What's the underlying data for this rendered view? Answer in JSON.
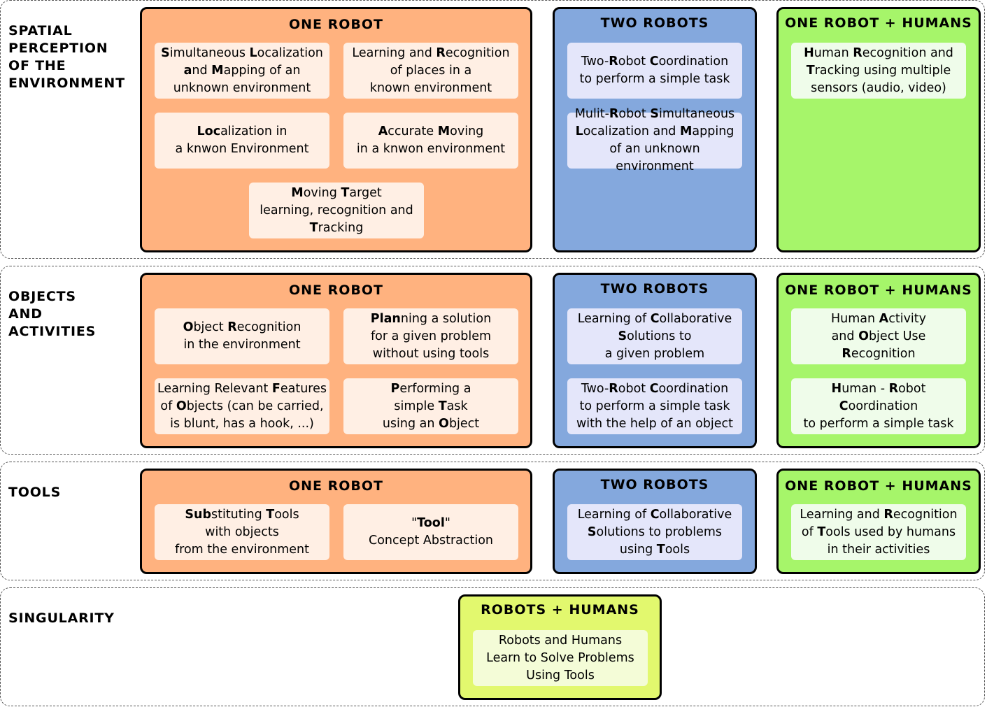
{
  "bands": {
    "spatial": {
      "title": "SPATIAL\nPERCEPTION\nOF THE\nENVIRONMENT",
      "one_robot": {
        "title": "ONE ROBOT",
        "cards": [
          [
            {
              "b": "S"
            },
            {
              "t": "imultaneous "
            },
            {
              "b": "L"
            },
            {
              "t": "ocalization\n"
            },
            {
              "b": "a"
            },
            {
              "t": "nd "
            },
            {
              "b": "M"
            },
            {
              "t": "apping of an\nunknown environment"
            }
          ],
          [
            {
              "t": "Learning and "
            },
            {
              "b": "R"
            },
            {
              "t": "ecognition\nof places in a\nknown environment"
            }
          ],
          [
            {
              "b": "Loc"
            },
            {
              "t": "alization in\na knwon Environment"
            }
          ],
          [
            {
              "b": "A"
            },
            {
              "t": "ccurate "
            },
            {
              "b": "M"
            },
            {
              "t": "oving\nin a knwon environment"
            }
          ],
          [
            {
              "b": "M"
            },
            {
              "t": "oving "
            },
            {
              "b": "T"
            },
            {
              "t": "arget\nlearning, recognition and\n"
            },
            {
              "b": "T"
            },
            {
              "t": "racking"
            }
          ]
        ]
      },
      "two_robots": {
        "title": "TWO ROBOTS",
        "cards": [
          [
            {
              "t": "Two-"
            },
            {
              "b": "R"
            },
            {
              "t": "obot "
            },
            {
              "b": "C"
            },
            {
              "t": "oordination\nto perform a simple task"
            }
          ],
          [
            {
              "t": "Mulit-"
            },
            {
              "b": "R"
            },
            {
              "t": "obot "
            },
            {
              "b": "S"
            },
            {
              "t": "imultaneous\n"
            },
            {
              "b": "L"
            },
            {
              "t": "ocalization and "
            },
            {
              "b": "M"
            },
            {
              "t": "apping\nof an unknown environment"
            }
          ]
        ]
      },
      "humans": {
        "title": "ONE ROBOT + HUMANS",
        "cards": [
          [
            {
              "b": "H"
            },
            {
              "t": "uman "
            },
            {
              "b": "R"
            },
            {
              "t": "ecognition and\n"
            },
            {
              "b": "T"
            },
            {
              "t": "racking using multiple\nsensors (audio, video)"
            }
          ]
        ]
      }
    },
    "objects": {
      "title": "OBJECTS\nAND\nACTIVITIES",
      "one_robot": {
        "title": "ONE ROBOT",
        "cards": [
          [
            {
              "b": "O"
            },
            {
              "t": "bject "
            },
            {
              "b": "R"
            },
            {
              "t": "ecognition\nin the environment"
            }
          ],
          [
            {
              "b": "Plan"
            },
            {
              "t": "ning a solution\nfor a given problem\nwithout using tools"
            }
          ],
          [
            {
              "t": "Learning Relevant "
            },
            {
              "b": "F"
            },
            {
              "t": "eatures\nof "
            },
            {
              "b": "O"
            },
            {
              "t": "bjects (can be carried,\nis blunt, has a hook, ...)"
            }
          ],
          [
            {
              "b": "P"
            },
            {
              "t": "erforming a\nsimple "
            },
            {
              "b": "T"
            },
            {
              "t": "ask\nusing an "
            },
            {
              "b": "O"
            },
            {
              "t": "bject"
            }
          ]
        ]
      },
      "two_robots": {
        "title": "TWO ROBOTS",
        "cards": [
          [
            {
              "t": "Learning of "
            },
            {
              "b": "C"
            },
            {
              "t": "ollaborative\n"
            },
            {
              "b": "S"
            },
            {
              "t": "olutions to\na given problem"
            }
          ],
          [
            {
              "t": "Two-"
            },
            {
              "b": "R"
            },
            {
              "t": "obot "
            },
            {
              "b": "C"
            },
            {
              "t": "oordination\nto perform a simple task\nwith the help of an object"
            }
          ]
        ]
      },
      "humans": {
        "title": "ONE ROBOT + HUMANS",
        "cards": [
          [
            {
              "t": "Human "
            },
            {
              "b": "A"
            },
            {
              "t": "ctivity\nand "
            },
            {
              "b": "O"
            },
            {
              "t": "bject Use\n"
            },
            {
              "b": "R"
            },
            {
              "t": "ecognition"
            }
          ],
          [
            {
              "b": "H"
            },
            {
              "t": "uman - "
            },
            {
              "b": "R"
            },
            {
              "t": "obot "
            },
            {
              "b": "C"
            },
            {
              "t": "oordination\nto perform a simple task"
            }
          ]
        ]
      }
    },
    "tools": {
      "title": "TOOLS",
      "one_robot": {
        "title": "ONE ROBOT",
        "cards": [
          [
            {
              "b": "Sub"
            },
            {
              "t": "stituting "
            },
            {
              "b": "T"
            },
            {
              "t": "ools\nwith objects\nfrom the environment"
            }
          ],
          [
            {
              "t": "\""
            },
            {
              "b": "Tool"
            },
            {
              "t": "\"\nConcept Abstraction"
            }
          ]
        ]
      },
      "two_robots": {
        "title": "TWO ROBOTS",
        "cards": [
          [
            {
              "t": "Learning of "
            },
            {
              "b": "C"
            },
            {
              "t": "ollaborative\n"
            },
            {
              "b": "S"
            },
            {
              "t": "olutions to problems\nusing "
            },
            {
              "b": "T"
            },
            {
              "t": "ools"
            }
          ]
        ]
      },
      "humans": {
        "title": "ONE ROBOT + HUMANS",
        "cards": [
          [
            {
              "t": "Learning and "
            },
            {
              "b": "R"
            },
            {
              "t": "ecognition\nof "
            },
            {
              "b": "T"
            },
            {
              "t": "ools used by humans\nin their activities"
            }
          ]
        ]
      }
    },
    "singularity": {
      "title": "SINGULARITY",
      "robots_humans": {
        "title": "ROBOTS + HUMANS",
        "cards": [
          [
            {
              "t": "Robots and Humans\nLearn to Solve Problems\nUsing Tools"
            }
          ]
        ]
      }
    }
  },
  "colors": {
    "one_robot": "#ffb27f",
    "two_robots": "#84a8dd",
    "humans": "#a6f56a",
    "singularity": "#e2f86e"
  }
}
